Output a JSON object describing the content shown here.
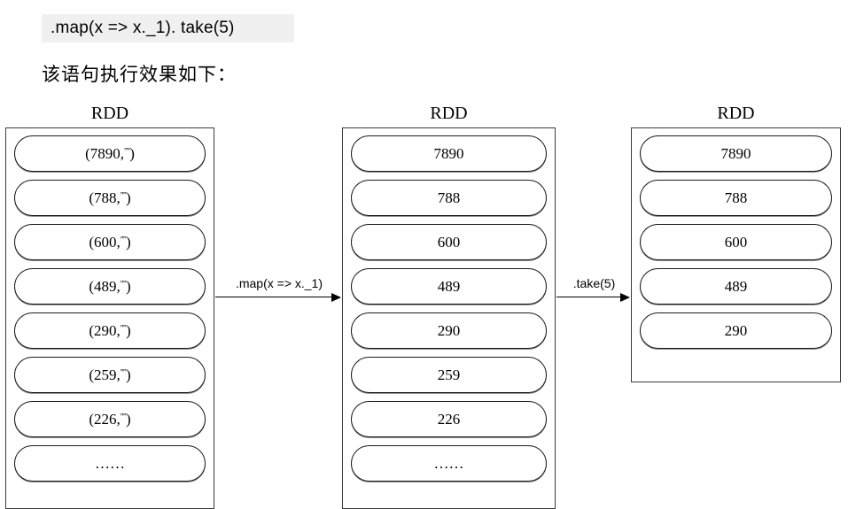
{
  "code_banner": {
    "text": ".map(x => x._1). take(5)",
    "background": "#f0f0f0"
  },
  "caption": {
    "text": "该语句执行效果如下："
  },
  "diagram": {
    "stages": [
      {
        "id": "source-rdd",
        "title": "RDD",
        "cells": [
          {
            "value": "(7890,\"\")",
            "num": "7890",
            "kind": "tuple"
          },
          {
            "value": "(788,\"\")",
            "num": "788",
            "kind": "tuple"
          },
          {
            "value": "(600,\"\")",
            "num": "600",
            "kind": "tuple"
          },
          {
            "value": "(489,\"\")",
            "num": "489",
            "kind": "tuple"
          },
          {
            "value": "(290,\"\")",
            "num": "290",
            "kind": "tuple"
          },
          {
            "value": "(259,\"\")",
            "num": "259",
            "kind": "tuple"
          },
          {
            "value": "(226,\"\")",
            "num": "226",
            "kind": "tuple"
          },
          {
            "value": "……",
            "num": "……",
            "kind": "ellipsis"
          }
        ]
      },
      {
        "id": "mapped-rdd",
        "title": "RDD",
        "cells": [
          {
            "value": "7890",
            "kind": "scalar"
          },
          {
            "value": "788",
            "kind": "scalar"
          },
          {
            "value": "600",
            "kind": "scalar"
          },
          {
            "value": "489",
            "kind": "scalar"
          },
          {
            "value": "290",
            "kind": "scalar"
          },
          {
            "value": "259",
            "kind": "scalar"
          },
          {
            "value": "226",
            "kind": "scalar"
          },
          {
            "value": "……",
            "kind": "ellipsis"
          }
        ]
      },
      {
        "id": "taken-rdd",
        "title": "RDD",
        "cells": [
          {
            "value": "7890",
            "kind": "scalar"
          },
          {
            "value": "788",
            "kind": "scalar"
          },
          {
            "value": "600",
            "kind": "scalar"
          },
          {
            "value": "489",
            "kind": "scalar"
          },
          {
            "value": "290",
            "kind": "scalar"
          }
        ]
      }
    ],
    "arrows": [
      {
        "id": "map-arrow",
        "label": ".map(x => x._1)"
      },
      {
        "id": "take-arrow",
        "label": ".take(5)"
      }
    ]
  }
}
